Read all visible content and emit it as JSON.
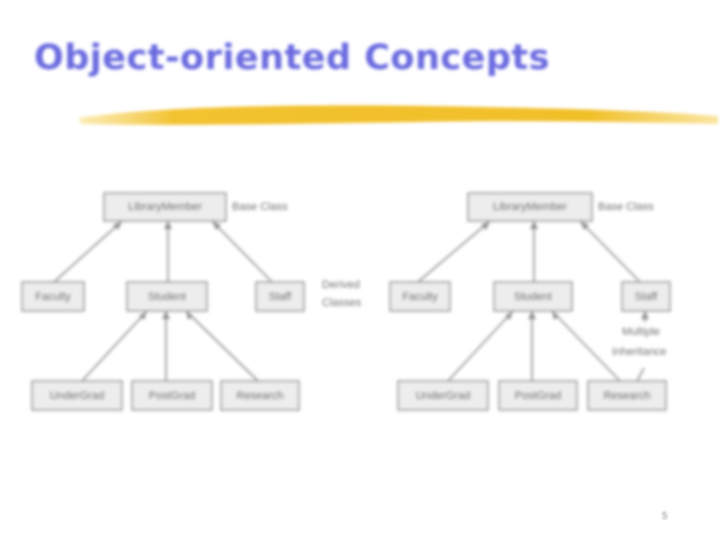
{
  "slide": {
    "title": "Object-oriented Concepts",
    "page_number": "5",
    "colors": {
      "title": "#6a6ae0",
      "underline_brush": "#f2c230",
      "box_fill": "#ededed",
      "line": "#909090"
    }
  },
  "diagrams": {
    "single_inheritance": {
      "nodes": {
        "root": "LibraryMember",
        "faculty": "Faculty",
        "student": "Student",
        "staff": "Staff",
        "undergrad": "UnderGrad",
        "postgrad": "PostGrad",
        "research": "Research"
      },
      "base_class_label": "Base Class"
    },
    "derived_classes_label": [
      "Derived",
      "Classes"
    ],
    "multiple_inheritance": {
      "nodes": {
        "root": "LibraryMember",
        "faculty": "Faculty",
        "student": "Student",
        "staff": "Staff",
        "undergrad": "UnderGrad",
        "postgrad": "PostGrad",
        "research": "Research"
      },
      "base_class_label": "Base Class",
      "multiple_inheritance_label": [
        "Multiple",
        "Inheritance"
      ]
    }
  }
}
